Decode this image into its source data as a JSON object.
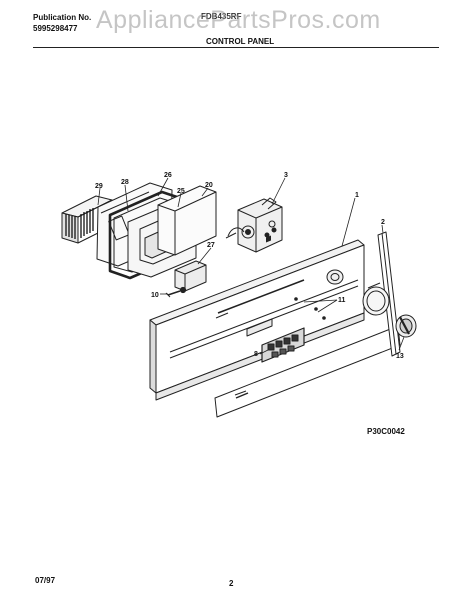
{
  "header": {
    "publication_label": "Publication No.",
    "publication_number": "5995298477",
    "model_code": "FDB435RF",
    "watermark": "AppliancePartsPros.com",
    "section_title": "CONTROL PANEL"
  },
  "diagram": {
    "callouts": [
      "29",
      "28",
      "26",
      "25",
      "20",
      "3",
      "1",
      "2",
      "27",
      "10",
      "11",
      "13",
      "8"
    ],
    "figure_code": "P30C0042"
  },
  "footer": {
    "date": "07/97",
    "page": "2"
  }
}
